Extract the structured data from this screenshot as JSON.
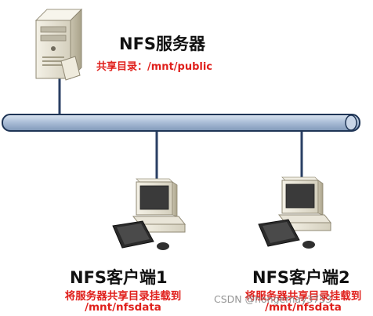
{
  "server": {
    "title": "NFS服务器",
    "share_note": "共享目录：/mnt/public",
    "icon": "server-tower-icon"
  },
  "clients": [
    {
      "title": "NFS客户端1",
      "mount_note_line1": "将服务器共享目录挂载到",
      "mount_note_line2": "/mnt/nfsdata",
      "icon": "desktop-computer-icon"
    },
    {
      "title": "NFS客户端2",
      "mount_note_line1": "将服务器共享目录挂载到",
      "mount_note_line2": "/mnt/nfsdata",
      "icon": "desktop-computer-icon"
    }
  ],
  "watermark": "CSDN @hongemay3753",
  "colors": {
    "bus_fill": "#aebfd6",
    "bus_stroke": "#1f3556",
    "link": "#2a3f64",
    "note": "#e0201c",
    "title": "#111111"
  }
}
